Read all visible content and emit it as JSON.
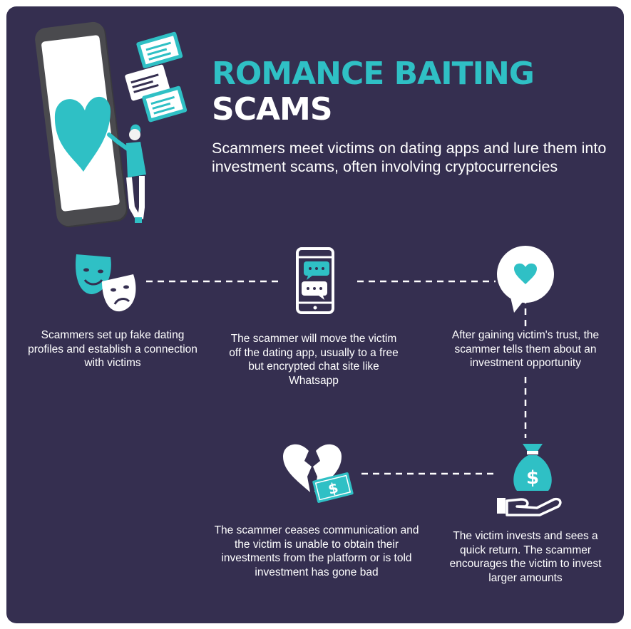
{
  "title": {
    "line1": "ROMANCE BAITING",
    "line2": "SCAMS"
  },
  "subtitle": "Scammers meet victims on dating apps and lure them into investment scams, often involving cryptocurrencies",
  "steps": [
    {
      "text": "Scammers set up fake dating profiles and establish a connection with victims",
      "icon": "theater-masks-icon"
    },
    {
      "text": "The scammer will move the victim off the dating app, usually to a free but encrypted chat site like Whatsapp",
      "icon": "phone-chat-icon"
    },
    {
      "text": "After gaining victim's trust, the scammer tells them about an investment opportunity",
      "icon": "heart-speech-bubble-icon"
    },
    {
      "text": "The victim invests and sees a quick return. The scammer encourages the victim to invest larger amounts",
      "icon": "money-bag-hand-icon"
    },
    {
      "text": "The scammer ceases communication and the victim is unable to obtain their investments from the platform or is told investment has gone bad",
      "icon": "broken-heart-money-icon"
    }
  ],
  "colors": {
    "background": "#352f50",
    "accent": "#2fc0c5",
    "text": "#ffffff"
  }
}
